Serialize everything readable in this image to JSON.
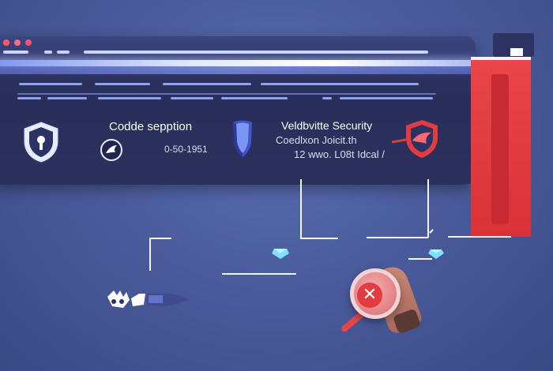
{
  "panel_left": {
    "title": "Codde sepption",
    "timestamp": "0-50-1951"
  },
  "panel_right": {
    "title": "Veldbvitte Security",
    "subtitle": "Coedlxon Joicit.th",
    "detail": "12  wwo. L08t Idcal /"
  },
  "icons": {
    "left_shield": "shield-lock-icon",
    "circle_logo": "bird-logo-icon",
    "center_shield": "blue-shield-icon",
    "right_shield": "red-shield-bird-icon",
    "magnifier": "magnifier-x-icon",
    "handshake": "handshake-icon",
    "chip_left": "gem-icon",
    "chip_right": "gem-icon"
  },
  "colors": {
    "background": "#4a5c9c",
    "window": "#2a2f5a",
    "accent_red": "#e23b40",
    "glow": "#dfe7ff",
    "gem": "#7fe0ff"
  }
}
